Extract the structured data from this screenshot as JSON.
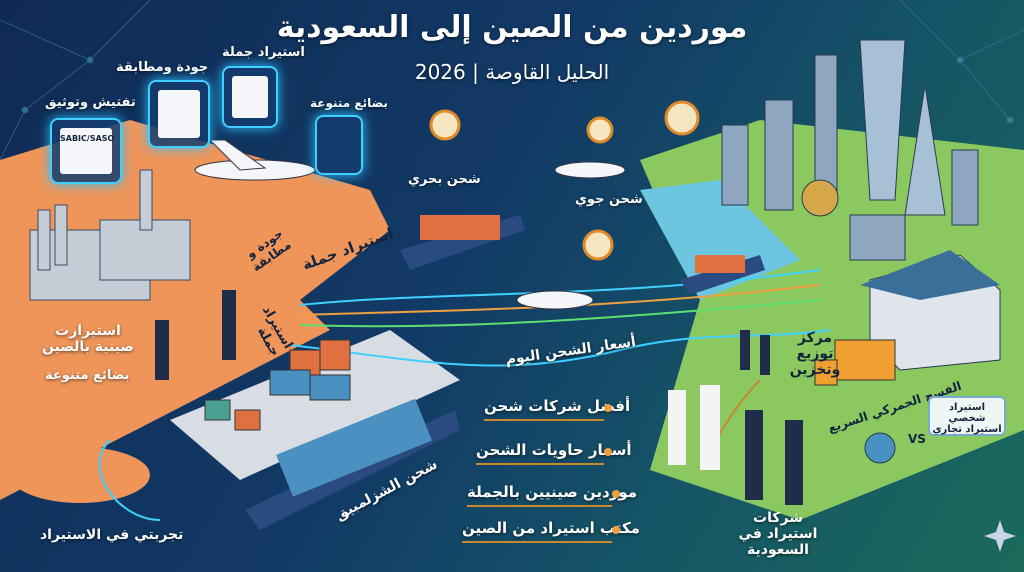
{
  "header": {
    "title": "موردين من الصين إلى السعودية",
    "subtitle": "الحليل القاوصة | 2026"
  },
  "cards": [
    {
      "label": "تفتيش وتوثيق",
      "doc_text": "SABIC/SASO"
    },
    {
      "label": "جودة ومطابقة"
    },
    {
      "label": "استيراد جملة"
    },
    {
      "label": "بضائع متنوعة"
    }
  ],
  "left_zone": {
    "label_wholesale_1": "استيراد جملة",
    "label_quality": "جودة و مطابقة",
    "label_chinese_imports": "استيرارت صينية بالصين",
    "label_goods": "بضائع متنوعة",
    "label_wholesale_2": "استيراد جملة",
    "label_experience": "تجربتي في الاستيراد"
  },
  "shipping": {
    "sea": "شحن بحري",
    "air": "شحن جوي",
    "prices_today": "أسعار الشحن اليوم",
    "ship_label": "شحن الشزلمبيق"
  },
  "links": [
    "أفضل شركات شحن",
    "أسعار حاويات الشحن",
    "موردين صينيين بالجملة",
    "مكتب استيراد من الصين"
  ],
  "right_zone": {
    "distribution": "مركز توزيع وتخزين",
    "customs": "الفسح الجمركي السريع",
    "bubble_line1": "استيراد شخصي",
    "bubble_line2": "استيراد تجاري",
    "vs": "VS",
    "companies": "شركات استيراد في السعودية"
  },
  "colors": {
    "accent_cyan": "#3fd0ff",
    "left_ground": "#f0955a",
    "right_ground": "#8cc860",
    "link_orange": "#f0a040"
  }
}
